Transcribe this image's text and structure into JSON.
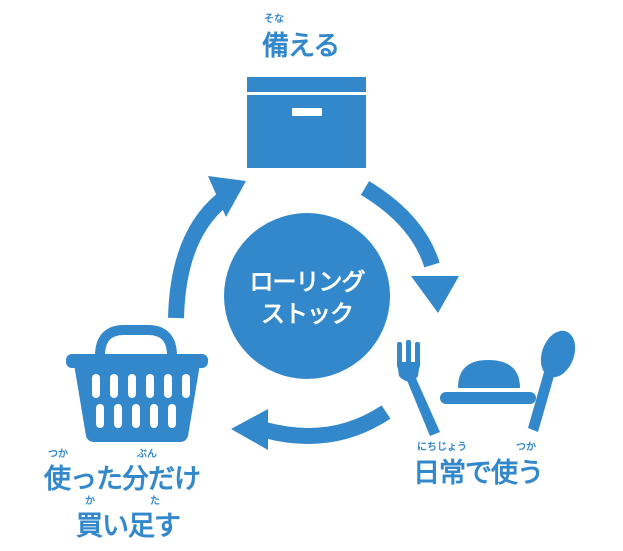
{
  "colors": {
    "accent": "#3388cc",
    "background": "#ffffff",
    "text_on_accent": "#ffffff"
  },
  "center": {
    "line1": "ローリング",
    "line2": "ストック"
  },
  "stages": {
    "prepare": {
      "label": "備える",
      "ruby": "そな",
      "icon": "box-icon"
    },
    "use": {
      "label": "日常で使う",
      "ruby1": "にちじょう",
      "ruby2": "つか",
      "icon": "dining-icon"
    },
    "replenish": {
      "line1": "使った分だけ",
      "line2": "買い足す",
      "ruby_tsuka": "つか",
      "ruby_bun": "ぶん",
      "ruby_ka": "か",
      "ruby_ta": "た",
      "icon": "basket-icon"
    }
  }
}
